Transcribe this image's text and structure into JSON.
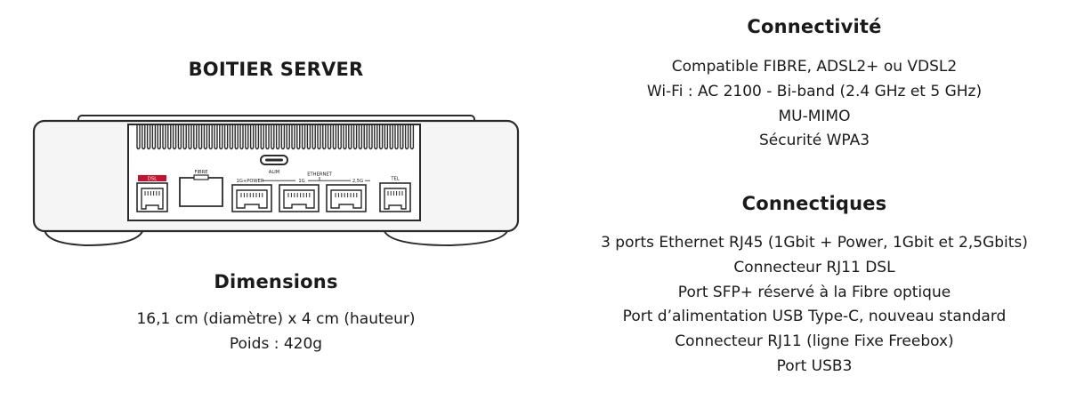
{
  "device": {
    "title": "BOITIER SERVER",
    "port_labels": {
      "dsl": "DSL",
      "fibre": "FIBRE",
      "alim": "ALIM",
      "ethernet": "ETHERNET",
      "power": "1G+POWER",
      "one_g": "1G",
      "two_five_g": "2,5G",
      "tel": "TEL"
    },
    "colors": {
      "dsl_accent": "#c8102e",
      "outline": "#2a2a2a",
      "body_fill": "#f5f5f5"
    }
  },
  "dimensions": {
    "title": "Dimensions",
    "lines": [
      "16,1 cm (diamètre) x 4 cm (hauteur)",
      "Poids : 420g"
    ]
  },
  "connectivity": {
    "title": "Connectivité",
    "lines": [
      "Compatible FIBRE, ADSL2+ ou VDSL2",
      "Wi-Fi : AC 2100 - Bi-band (2.4 GHz et 5 GHz)",
      "MU-MIMO",
      "Sécurité WPA3"
    ]
  },
  "connectiques": {
    "title": "Connectiques",
    "lines": [
      "3 ports Ethernet RJ45 (1Gbit + Power, 1Gbit et 2,5Gbits)",
      "Connecteur RJ11 DSL",
      "Port SFP+ réservé à la Fibre optique",
      "Port d’alimentation USB Type-C, nouveau standard",
      "Connecteur RJ11 (ligne Fixe Freebox)",
      "Port USB3"
    ]
  }
}
